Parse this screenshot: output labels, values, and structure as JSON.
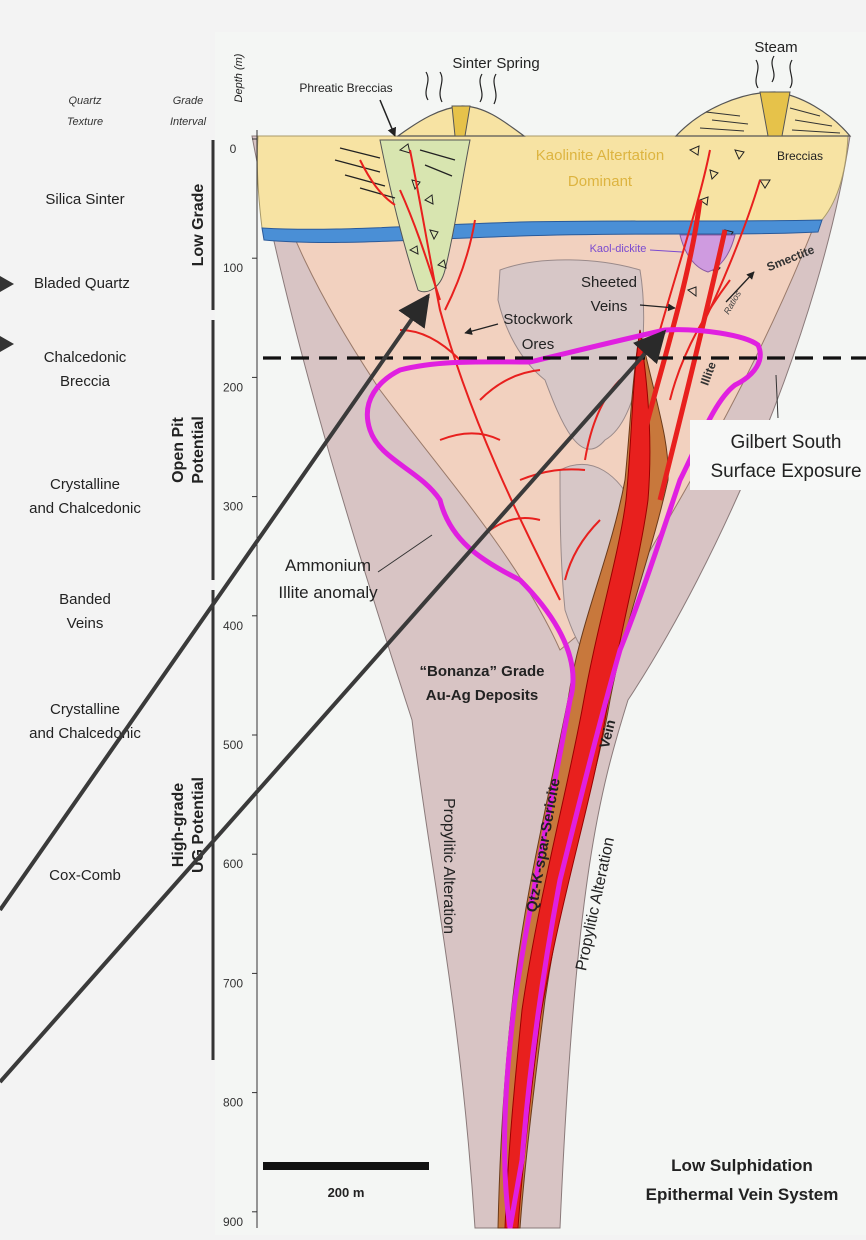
{
  "header": {
    "quartz_texture": [
      "Quartz",
      "Texture"
    ],
    "grade_interval": [
      "Grade",
      "Interval"
    ],
    "depth_axis_label": "Depth (m)"
  },
  "depth_ticks": [
    "0",
    "100",
    "200",
    "300",
    "400",
    "500",
    "600",
    "700",
    "800",
    "900"
  ],
  "grade_intervals": [
    "Low Grade",
    "Open Pit",
    "Potential",
    "High-grade",
    "UG Potential"
  ],
  "textures": {
    "silica_sinter": "Silica Sinter",
    "bladed_quartz": "Bladed Quartz",
    "chalcedonic_breccia": [
      "Chalcedonic",
      "Breccia"
    ],
    "crystalline_chalcedonic_1": [
      "Crystalline",
      "and Chalcedonic"
    ],
    "banded_veins": [
      "Banded",
      "Veins"
    ],
    "crystalline_chalcedonic_2": [
      "Crystalline",
      "and Chalcedonic"
    ],
    "cox_comb": "Cox-Comb"
  },
  "labels": {
    "sinter": "Sinter",
    "spring": "Spring",
    "steam": "Steam",
    "phreatic_breccias": "Phreatic Breccias",
    "kaolinite": [
      "Kaolinite Altertation",
      "Dominant"
    ],
    "breccias": "Breccias",
    "kaol_dickite": "Kaol-dickite",
    "smectite": "Smectite",
    "sheeted_veins": [
      "Sheeted",
      "Veins"
    ],
    "stockwork_ores": [
      "Stockwork",
      "Ores"
    ],
    "illite": "Illite",
    "ratios": "Ratios",
    "gilbert": [
      "Gilbert South",
      "Surface Exposure"
    ],
    "ammonium": [
      "Ammonium",
      "Illite anomaly"
    ],
    "bonanza": [
      "“Bonanza” Grade",
      "Au-Ag Deposits"
    ],
    "propylitic_left": "Propylitic Alteration",
    "propylitic_right": "Propylitic Alteration",
    "qtz_kspar": "Qtz-K-spar-Sericite",
    "vein": "Vein",
    "scale_bar": "200 m",
    "system_title": [
      "Low Sulphidation",
      "Epithermal Vein System"
    ]
  },
  "colors": {
    "propylitic": "#d8c4c4",
    "argillic": "#f2d1bf",
    "kaolinite": "#f7e3a3",
    "clay_band": "#4a8fd6",
    "breccia_green": "#d8e5b0",
    "kaol_dickite": "#cf9be0",
    "qtz_sericite": "#c8783c",
    "vein": "#e8201e",
    "illite_anomaly": "#e020e0"
  }
}
